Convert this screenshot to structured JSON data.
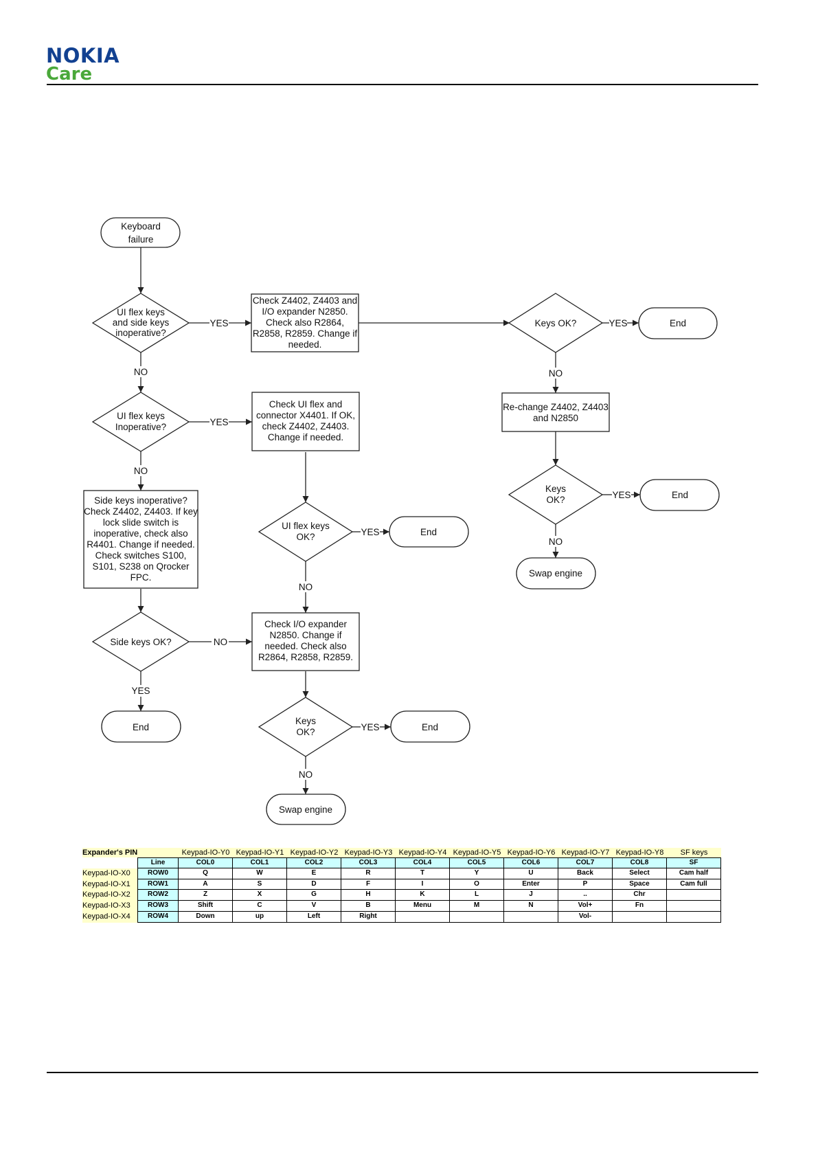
{
  "brand": {
    "name": "NOKIA",
    "sub": "Care"
  },
  "flowchart": {
    "start": [
      "Keyboard",
      "failure"
    ],
    "d1": [
      "UI flex keys",
      "and side keys",
      "inoperative?"
    ],
    "d2": [
      "UI flex keys",
      "Inoperative?"
    ],
    "d3": [
      "UI flex keys",
      "OK?"
    ],
    "d4": "Side keys OK?",
    "d5": [
      "Keys",
      "OK?"
    ],
    "d6": "Keys OK?",
    "d7": [
      "Keys",
      "OK?"
    ],
    "b1": [
      "Check Z4402, Z4403 and",
      "I/O expander N2850.",
      "Check also R2864,",
      "R2858, R2859. Change if",
      "needed."
    ],
    "b2": [
      "Check UI flex and",
      "connector X4401. If OK,",
      "check Z4402, Z4403.",
      "Change if needed."
    ],
    "b3": [
      "Side keys inoperative?",
      "Check Z4402, Z4403. If key",
      "lock slide switch is",
      "inoperative, check also",
      "R4401. Change if needed.",
      "Check switches S100,",
      "S101, S238 on Qrocker",
      "FPC."
    ],
    "b4": [
      "Check I/O expander",
      "N2850. Change if",
      "needed. Check also",
      "R2864, R2858, R2859."
    ],
    "b5": [
      "Re-change Z4402, Z4403",
      "and N2850"
    ],
    "end": "End",
    "swap": "Swap engine",
    "yes": "YES",
    "no": "NO"
  },
  "table": {
    "corner": "Expander's PIN",
    "io_headers": [
      "Keypad-IO-Y0",
      "Keypad-IO-Y1",
      "Keypad-IO-Y2",
      "Keypad-IO-Y3",
      "Keypad-IO-Y4",
      "Keypad-IO-Y5",
      "Keypad-IO-Y6",
      "Keypad-IO-Y7",
      "Keypad-IO-Y8",
      "SF keys"
    ],
    "line_label": "Line",
    "col_headers": [
      "COL0",
      "COL1",
      "COL2",
      "COL3",
      "COL4",
      "COL5",
      "COL6",
      "COL7",
      "COL8",
      "SF"
    ],
    "rows": [
      {
        "pin": "Keypad-IO-X0",
        "line": "ROW0",
        "cells": [
          "Q",
          "W",
          "E",
          "R",
          "T",
          "Y",
          "U",
          "Back",
          "Select",
          "Cam half"
        ]
      },
      {
        "pin": "Keypad-IO-X1",
        "line": "ROW1",
        "cells": [
          "A",
          "S",
          "D",
          "F",
          "I",
          "O",
          "Enter",
          "P",
          "Space",
          "Cam full"
        ]
      },
      {
        "pin": "Keypad-IO-X2",
        "line": "ROW2",
        "cells": [
          "Z",
          "X",
          "G",
          "H",
          "K",
          "L",
          "J",
          "..",
          "Chr",
          ""
        ]
      },
      {
        "pin": "Keypad-IO-X3",
        "line": "ROW3",
        "cells": [
          "Shift",
          "C",
          "V",
          "B",
          "Menu",
          "M",
          "N",
          "Vol+",
          "Fn",
          ""
        ]
      },
      {
        "pin": "Keypad-IO-X4",
        "line": "ROW4",
        "cells": [
          "Down",
          "up",
          "Left",
          "Right",
          "",
          "",
          "",
          "Vol-",
          "",
          ""
        ]
      }
    ]
  }
}
